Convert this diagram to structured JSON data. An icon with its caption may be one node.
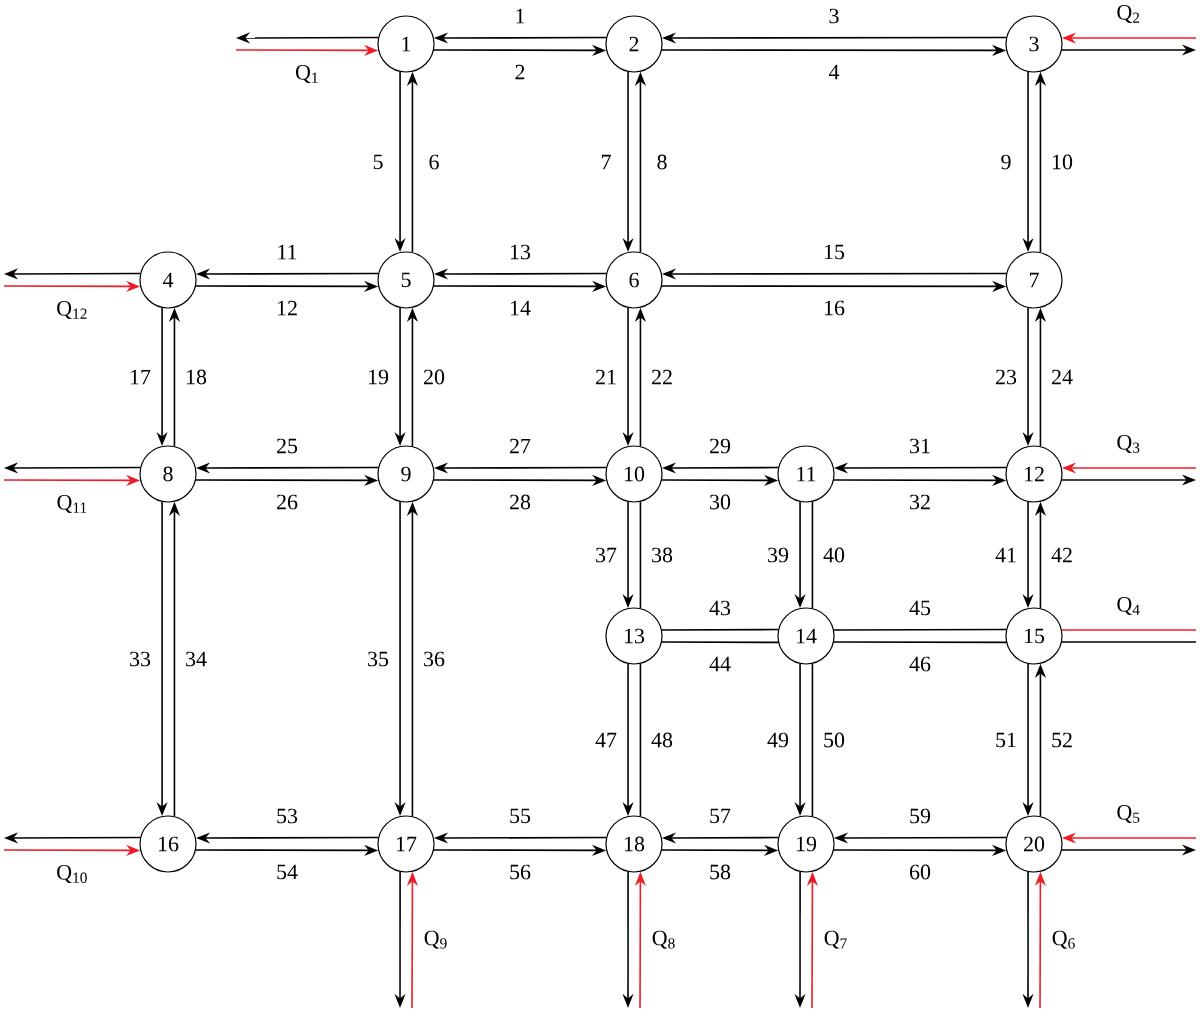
{
  "diagram": {
    "nodes": [
      {
        "text": [
          "1"
        ]
      },
      {
        "text": [
          "2"
        ]
      },
      {
        "text": [
          "3"
        ]
      },
      {
        "text": [
          "4"
        ]
      },
      {
        "text": [
          "5"
        ]
      },
      {
        "text": [
          "6"
        ]
      },
      {
        "text": [
          "7"
        ]
      },
      {
        "text": [
          "8"
        ]
      },
      {
        "text": [
          "9"
        ]
      },
      {
        "text": [
          "10"
        ]
      },
      {
        "text": [
          "11"
        ]
      },
      {
        "text": [
          "12"
        ]
      },
      {
        "text": [
          "13"
        ]
      },
      {
        "text": [
          "14"
        ]
      },
      {
        "text": [
          "15"
        ]
      },
      {
        "text": [
          "16"
        ]
      },
      {
        "text": [
          "17"
        ]
      },
      {
        "text": [
          "18"
        ]
      },
      {
        "text": [
          "19"
        ]
      },
      {
        "text": [
          "20"
        ]
      }
    ],
    "edges": [
      {
        "from": 1,
        "to": 0,
        "arrow": "to",
        "label": "1"
      },
      {
        "from": 0,
        "to": 1,
        "arrow": "to",
        "label": "2"
      },
      {
        "from": 2,
        "to": 1,
        "arrow": "to",
        "label": "3"
      },
      {
        "from": 1,
        "to": 2,
        "arrow": "to",
        "label": "4"
      },
      {
        "from": 0,
        "to": 4,
        "arrow": "to",
        "label": "5"
      },
      {
        "from": 4,
        "to": 0,
        "arrow": "to",
        "label": "6"
      },
      {
        "from": 1,
        "to": 5,
        "arrow": "to",
        "label": "7"
      },
      {
        "from": 5,
        "to": 1,
        "arrow": "to",
        "label": "8"
      },
      {
        "from": 2,
        "to": 6,
        "arrow": "to",
        "label": "9"
      },
      {
        "from": 6,
        "to": 2,
        "arrow": "to",
        "label": "10"
      },
      {
        "from": 4,
        "to": 3,
        "arrow": "to",
        "label": "11"
      },
      {
        "from": 3,
        "to": 4,
        "arrow": "to",
        "label": "12"
      },
      {
        "from": 5,
        "to": 4,
        "arrow": "to",
        "label": "13"
      },
      {
        "from": 4,
        "to": 5,
        "arrow": "to",
        "label": "14"
      },
      {
        "from": 6,
        "to": 5,
        "arrow": "to",
        "label": "15"
      },
      {
        "from": 5,
        "to": 6,
        "arrow": "to",
        "label": "16"
      },
      {
        "from": 3,
        "to": 7,
        "arrow": "to",
        "label": "17"
      },
      {
        "from": 7,
        "to": 3,
        "arrow": "to",
        "label": "18"
      },
      {
        "from": 4,
        "to": 8,
        "arrow": "to",
        "label": "19"
      },
      {
        "from": 8,
        "to": 4,
        "arrow": "to",
        "label": "20"
      },
      {
        "from": 5,
        "to": 9,
        "arrow": "to",
        "label": "21"
      },
      {
        "from": 9,
        "to": 5,
        "arrow": "to",
        "label": "22"
      },
      {
        "from": 6,
        "to": 11,
        "arrow": "to",
        "label": "23"
      },
      {
        "from": 11,
        "to": 6,
        "arrow": "to",
        "label": "24"
      },
      {
        "from": 8,
        "to": 7,
        "arrow": "to",
        "label": "25"
      },
      {
        "from": 7,
        "to": 8,
        "arrow": "to",
        "label": "26"
      },
      {
        "from": 9,
        "to": 8,
        "arrow": "to",
        "label": "27"
      },
      {
        "from": 8,
        "to": 9,
        "arrow": "to",
        "label": "28"
      },
      {
        "from": 10,
        "to": 9,
        "arrow": "to",
        "label": "29"
      },
      {
        "from": 9,
        "to": 10,
        "arrow": "to",
        "label": "30"
      },
      {
        "from": 11,
        "to": 10,
        "arrow": "to",
        "label": "31"
      },
      {
        "from": 10,
        "to": 11,
        "arrow": "to",
        "label": "32"
      },
      {
        "from": 7,
        "to": 15,
        "arrow": "to",
        "label": "33"
      },
      {
        "from": 15,
        "to": 7,
        "arrow": "to",
        "label": "34"
      },
      {
        "from": 8,
        "to": 16,
        "arrow": "to",
        "label": "35"
      },
      {
        "from": 16,
        "to": 8,
        "arrow": "to",
        "label": "36"
      },
      {
        "from": 9,
        "to": 12,
        "arrow": "to",
        "label": "37"
      },
      {
        "from": 12,
        "to": 9,
        "arrow": "none",
        "label": "38"
      },
      {
        "from": 10,
        "to": 13,
        "arrow": "to",
        "label": "39"
      },
      {
        "from": 13,
        "to": 10,
        "arrow": "none",
        "label": "40"
      },
      {
        "from": 11,
        "to": 14,
        "arrow": "to",
        "label": "41"
      },
      {
        "from": 14,
        "to": 11,
        "arrow": "to",
        "label": "42"
      },
      {
        "from": 13,
        "to": 12,
        "arrow": "none",
        "label": "43"
      },
      {
        "from": 12,
        "to": 13,
        "arrow": "none",
        "label": "44"
      },
      {
        "from": 14,
        "to": 13,
        "arrow": "none",
        "label": "45"
      },
      {
        "from": 13,
        "to": 14,
        "arrow": "none",
        "label": "46"
      },
      {
        "from": 12,
        "to": 17,
        "arrow": "to",
        "label": "47"
      },
      {
        "from": 17,
        "to": 12,
        "arrow": "none",
        "label": "48"
      },
      {
        "from": 13,
        "to": 18,
        "arrow": "to",
        "label": "49"
      },
      {
        "from": 18,
        "to": 13,
        "arrow": "none",
        "label": "50"
      },
      {
        "from": 14,
        "to": 19,
        "arrow": "to",
        "label": "51"
      },
      {
        "from": 19,
        "to": 14,
        "arrow": "to",
        "label": "52"
      },
      {
        "from": 16,
        "to": 15,
        "arrow": "to",
        "label": "53"
      },
      {
        "from": 15,
        "to": 16,
        "arrow": "to",
        "label": "54"
      },
      {
        "from": 17,
        "to": 16,
        "arrow": "to",
        "label": "55"
      },
      {
        "from": 16,
        "to": 17,
        "arrow": "to",
        "label": "56"
      },
      {
        "from": 18,
        "to": 17,
        "arrow": "to",
        "label": "57"
      },
      {
        "from": 17,
        "to": 18,
        "arrow": "to",
        "label": "58"
      },
      {
        "from": 19,
        "to": 18,
        "arrow": "to",
        "label": "59"
      },
      {
        "from": 18,
        "to": 19,
        "arrow": "to",
        "label": "60"
      },
      {
        "from": 0,
        "to": null,
        "arrow": "to"
      },
      {
        "from": null,
        "to": 0,
        "arrow": "to",
        "color": "#ee1c25",
        "label": "Q$_{1}$"
      },
      {
        "from": 2,
        "to": null,
        "arrow": "to"
      },
      {
        "from": null,
        "to": 2,
        "arrow": "to",
        "color": "#ee1c25",
        "label": "Q$_{2}$"
      },
      {
        "from": 11,
        "to": null,
        "arrow": "to"
      },
      {
        "from": null,
        "to": 11,
        "arrow": "to",
        "color": "#ee1c25",
        "label": "Q$_{3}$"
      },
      {
        "from": 14,
        "to": null,
        "arrow": "none"
      },
      {
        "from": null,
        "to": 14,
        "arrow": "none",
        "color": "#ee1c25",
        "label": "Q$_{4}$"
      },
      {
        "from": 19,
        "to": null,
        "arrow": "to"
      },
      {
        "from": null,
        "to": 19,
        "arrow": "to",
        "color": "#ee1c25",
        "label": "Q$_{5}$"
      },
      {
        "from": 19,
        "to": null,
        "arrow": "to"
      },
      {
        "from": null,
        "to": 19,
        "arrow": "to",
        "color": "#ee1c25",
        "label": "Q$_{6}$"
      },
      {
        "from": 18,
        "to": null,
        "arrow": "to"
      },
      {
        "from": null,
        "to": 18,
        "arrow": "to",
        "color": "#ee1c25",
        "label": "Q$_{7}$"
      },
      {
        "from": 17,
        "to": null,
        "arrow": "to"
      },
      {
        "from": null,
        "to": 17,
        "arrow": "to",
        "color": "#ee1c25",
        "label": "Q$_{8}$"
      },
      {
        "from": 16,
        "to": null,
        "arrow": "to"
      },
      {
        "from": null,
        "to": 16,
        "arrow": "to",
        "color": "#ee1c25",
        "label": "Q$_{9}$"
      },
      {
        "from": 15,
        "to": null,
        "arrow": "to"
      },
      {
        "from": null,
        "to": 15,
        "arrow": "to",
        "color": "#ee1c25",
        "label": "Q$_{10}$"
      },
      {
        "from": 7,
        "to": null,
        "arrow": "to"
      },
      {
        "from": null,
        "to": 7,
        "arrow": "to",
        "color": "#ee1c25",
        "label": "Q$_{11}$"
      },
      {
        "from": 3,
        "to": null,
        "arrow": "to"
      },
      {
        "from": null,
        "to": 3,
        "arrow": "to",
        "color": "#ee1c25",
        "label": "Q$_{12}$"
      }
    ]
  }
}
